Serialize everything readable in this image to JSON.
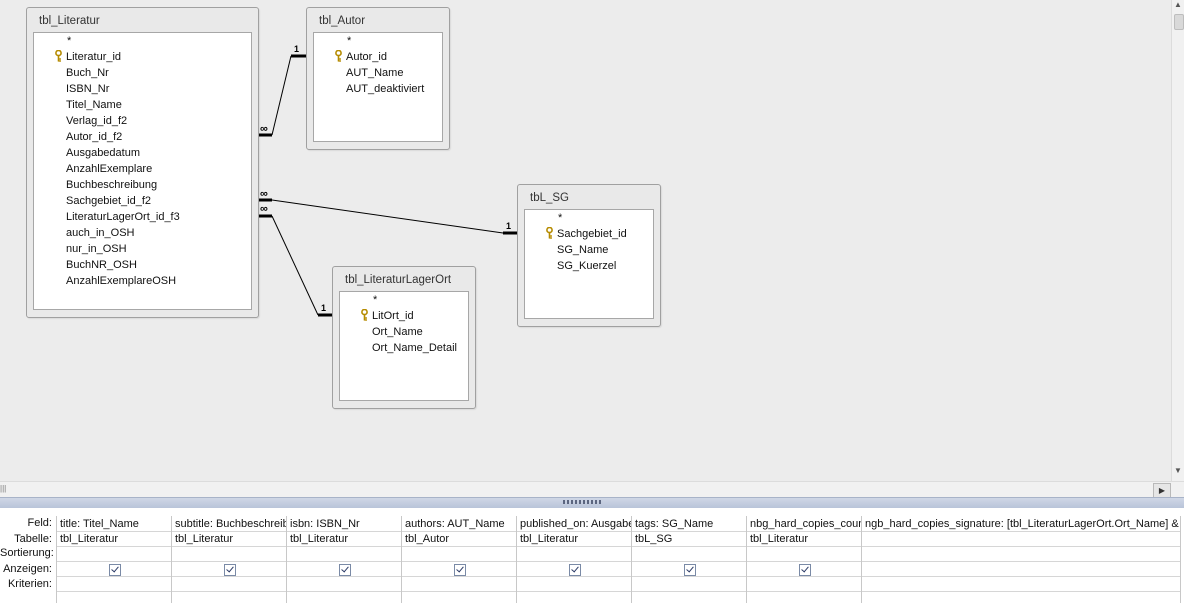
{
  "tables": {
    "literatur": {
      "title": "tbl_Literatur",
      "fields": [
        "*",
        "Literatur_id",
        "Buch_Nr",
        "ISBN_Nr",
        "Titel_Name",
        "Verlag_id_f2",
        "Autor_id_f2",
        "Ausgabedatum",
        "AnzahlExemplare",
        "Buchbeschreibung",
        "Sachgebiet_id_f2",
        "LiteraturLagerOrt_id_f3",
        "auch_in_OSH",
        "nur_in_OSH",
        "BuchNR_OSH",
        "AnzahlExemplareOSH"
      ]
    },
    "autor": {
      "title": "tbl_Autor",
      "fields": [
        "*",
        "Autor_id",
        "AUT_Name",
        "AUT_deaktiviert"
      ]
    },
    "sg": {
      "title": "tbL_SG",
      "fields": [
        "*",
        "Sachgebiet_id",
        "SG_Name",
        "SG_Kuerzel"
      ]
    },
    "lagerort": {
      "title": "tbl_LiteraturLagerOrt",
      "fields": [
        "*",
        "LitOrt_id",
        "Ort_Name",
        "Ort_Name_Detail"
      ]
    }
  },
  "relations": {
    "one": "1",
    "many": "∞"
  },
  "grid": {
    "row_labels": [
      "Feld:",
      "Tabelle:",
      "Sortierung:",
      "Anzeigen:",
      "Kriterien:"
    ],
    "columns": [
      {
        "field": "title: Titel_Name",
        "table": "tbl_Literatur",
        "show": true
      },
      {
        "field": "subtitle: Buchbeschreib",
        "table": "tbl_Literatur",
        "show": true
      },
      {
        "field": "isbn: ISBN_Nr",
        "table": "tbl_Literatur",
        "show": true
      },
      {
        "field": "authors: AUT_Name",
        "table": "tbl_Autor",
        "show": true
      },
      {
        "field": "published_on: Ausgabe",
        "table": "tbl_Literatur",
        "show": true
      },
      {
        "field": "tags: SG_Name",
        "table": "tbL_SG",
        "show": true
      },
      {
        "field": "nbg_hard_copies_coun",
        "table": "tbl_Literatur",
        "show": true
      },
      {
        "field": "ngb_hard_copies_signature: [tbl_LiteraturLagerOrt.Ort_Name] &",
        "table": "",
        "show": false
      }
    ]
  },
  "icons": {
    "primary_key": "key-icon",
    "checkbox": "checkbox-checked"
  },
  "colors": {
    "canvas": "#ececec",
    "table_bg": "#e9e9e9",
    "splitter": "#b9c4d9"
  }
}
